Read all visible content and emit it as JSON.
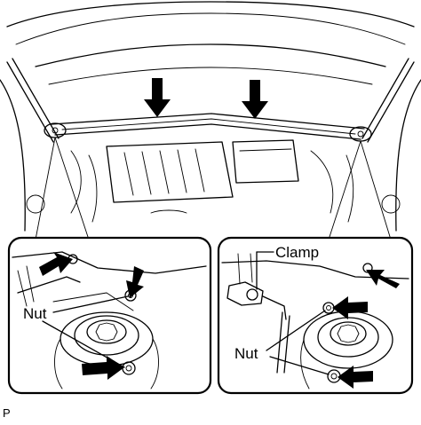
{
  "labels": {
    "left_nut": "Nut",
    "right_clamp": "Clamp",
    "right_nut": "Nut",
    "figure_code": "P"
  },
  "icons": [
    "down-arrow-icon",
    "callout-arrow-icon"
  ],
  "colors": {
    "line": "#000000",
    "background": "#ffffff"
  }
}
